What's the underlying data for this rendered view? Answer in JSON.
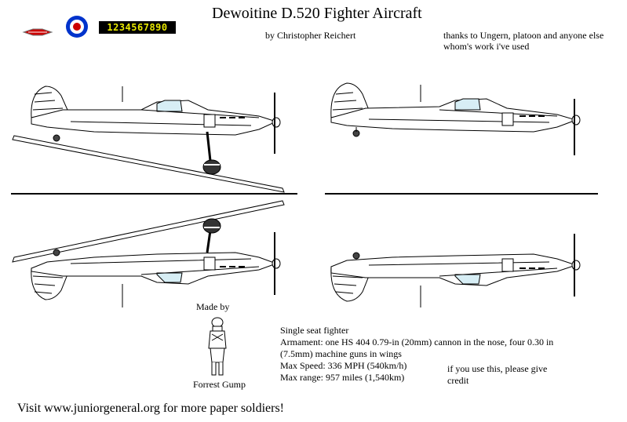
{
  "header": {
    "title": "Dewoitine D.520 Fighter Aircraft",
    "byline": "by Christopher Reichert",
    "thanks_line1": "thanks to Ungern, platoon and anyone else",
    "thanks_line2": "whom's work i've used"
  },
  "decals": {
    "numbers": "1234567890",
    "roundel_colors": [
      "#0033cc",
      "#ffffff",
      "#cc0000"
    ],
    "wing_badge_color": "#cc0000"
  },
  "credits": {
    "made_by_label": "Made by",
    "made_by_name": "Forrest Gump"
  },
  "specs": {
    "line1": "Single seat fighter",
    "line2": "Armament: one HS 404 0.79-in (20mm) cannon in the nose, four 0.30 in",
    "line3": "(7.5mm) machine guns in wings",
    "line4": "Max Speed: 336 MPH (540km/h)",
    "line5": "Max range:  957 miles (1,540km)"
  },
  "request": {
    "line1": "if you use this, please give",
    "line2": "credit"
  },
  "footer": {
    "text": "Visit  www.juniorgeneral.org  for more paper soldiers!"
  }
}
